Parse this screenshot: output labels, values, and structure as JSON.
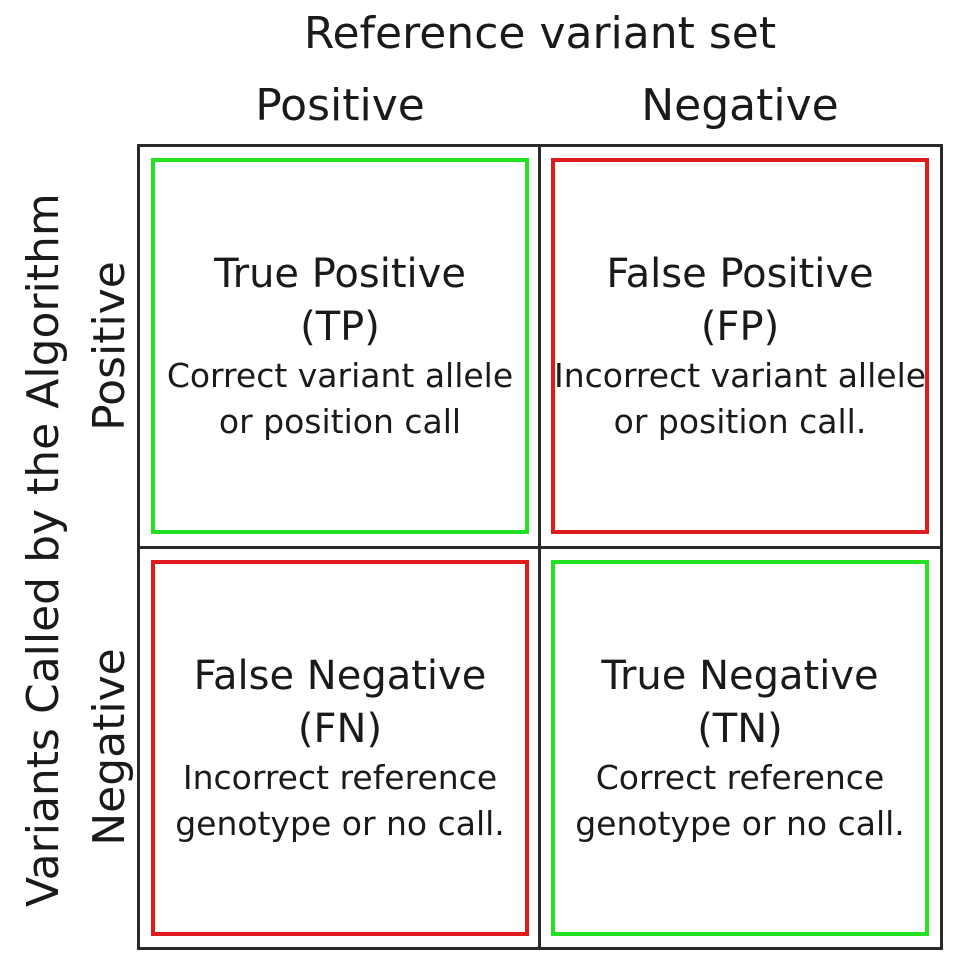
{
  "title": "Reference variant set",
  "columns": {
    "positive": "Positive",
    "negative": "Negative"
  },
  "side_title": "Variants Called by the Algorithm",
  "rows": {
    "positive": "Positive",
    "negative": "Negative"
  },
  "colors": {
    "green": "#22e022",
    "red": "#e01b1b",
    "grid": "#2a2a2a"
  },
  "cells": {
    "tp": {
      "name": "True Positive",
      "abbr": "(TP)",
      "desc1": "Correct variant allele",
      "desc2": "or position call",
      "border_color": "#22e022"
    },
    "fp": {
      "name": "False Positive",
      "abbr": "(FP)",
      "desc1": "Incorrect variant allele",
      "desc2": "or position call.",
      "border_color": "#e01b1b"
    },
    "fn": {
      "name": "False Negative",
      "abbr": "(FN)",
      "desc1": "Incorrect reference",
      "desc2": "genotype or no call.",
      "border_color": "#e01b1b"
    },
    "tn": {
      "name": "True Negative",
      "abbr": "(TN)",
      "desc1": "Correct reference",
      "desc2": "genotype or no call.",
      "border_color": "#22e022"
    }
  }
}
